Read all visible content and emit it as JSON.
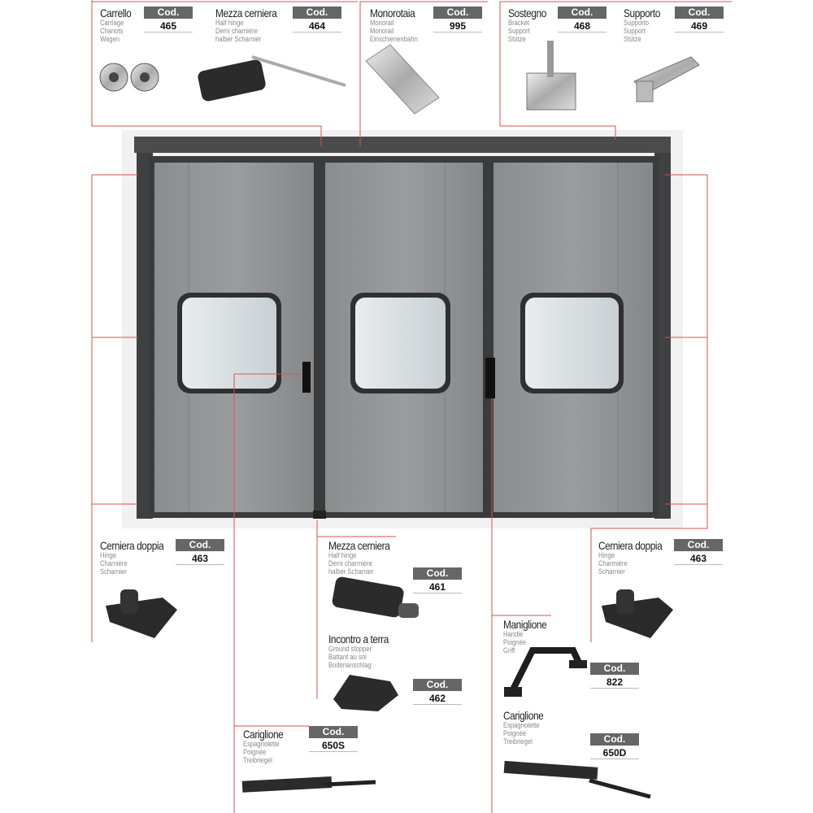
{
  "accent_color": "#d9534f",
  "cod_label": "Cod.",
  "parts": [
    {
      "title": "Carrello",
      "subs": [
        "Carriage",
        "Chariots",
        "Wagen"
      ],
      "code": "465"
    },
    {
      "title": "Mezza cerniera",
      "subs": [
        "Half hinge",
        "Demi charnière",
        "halber Scharnier"
      ],
      "code": "464"
    },
    {
      "title": "Monorotaia",
      "subs": [
        "Monorail",
        "Monorail",
        "Einschienenbahn"
      ],
      "code": "995"
    },
    {
      "title": "Sostegno",
      "subs": [
        "Bracket",
        "Support",
        "Stütze"
      ],
      "code": "468"
    },
    {
      "title": "Supporto",
      "subs": [
        "Supporto",
        "Support",
        "Stütze"
      ],
      "code": "469"
    },
    {
      "title": "Cerniera doppia",
      "subs": [
        "Hinge",
        "Charnière",
        "Scharnier"
      ],
      "code": "463"
    },
    {
      "title": "Mezza cerniera",
      "subs": [
        "Half hinge",
        "Demi charmière",
        "halber Schamier"
      ],
      "code": "461"
    },
    {
      "title": "Incontro a terra",
      "subs": [
        "Ground stopper",
        "Battant au sol",
        "Bodenanschlag"
      ],
      "code": "462"
    },
    {
      "title": "Cerniera doppia",
      "subs": [
        "Hinge",
        "Charmière",
        "Scharnier"
      ],
      "code": "463"
    },
    {
      "title": "Maniglione",
      "subs": [
        "Handle",
        "Poignée",
        "Griff"
      ],
      "code": "822"
    },
    {
      "title": "Cariglione",
      "subs": [
        "Espagnolette",
        "Poignée",
        "Treibriegel"
      ],
      "code": "650S"
    },
    {
      "title": "Cariglione",
      "subs": [
        "Espagnolette",
        "Poignée",
        "Treibriegel"
      ],
      "code": "650D"
    }
  ]
}
